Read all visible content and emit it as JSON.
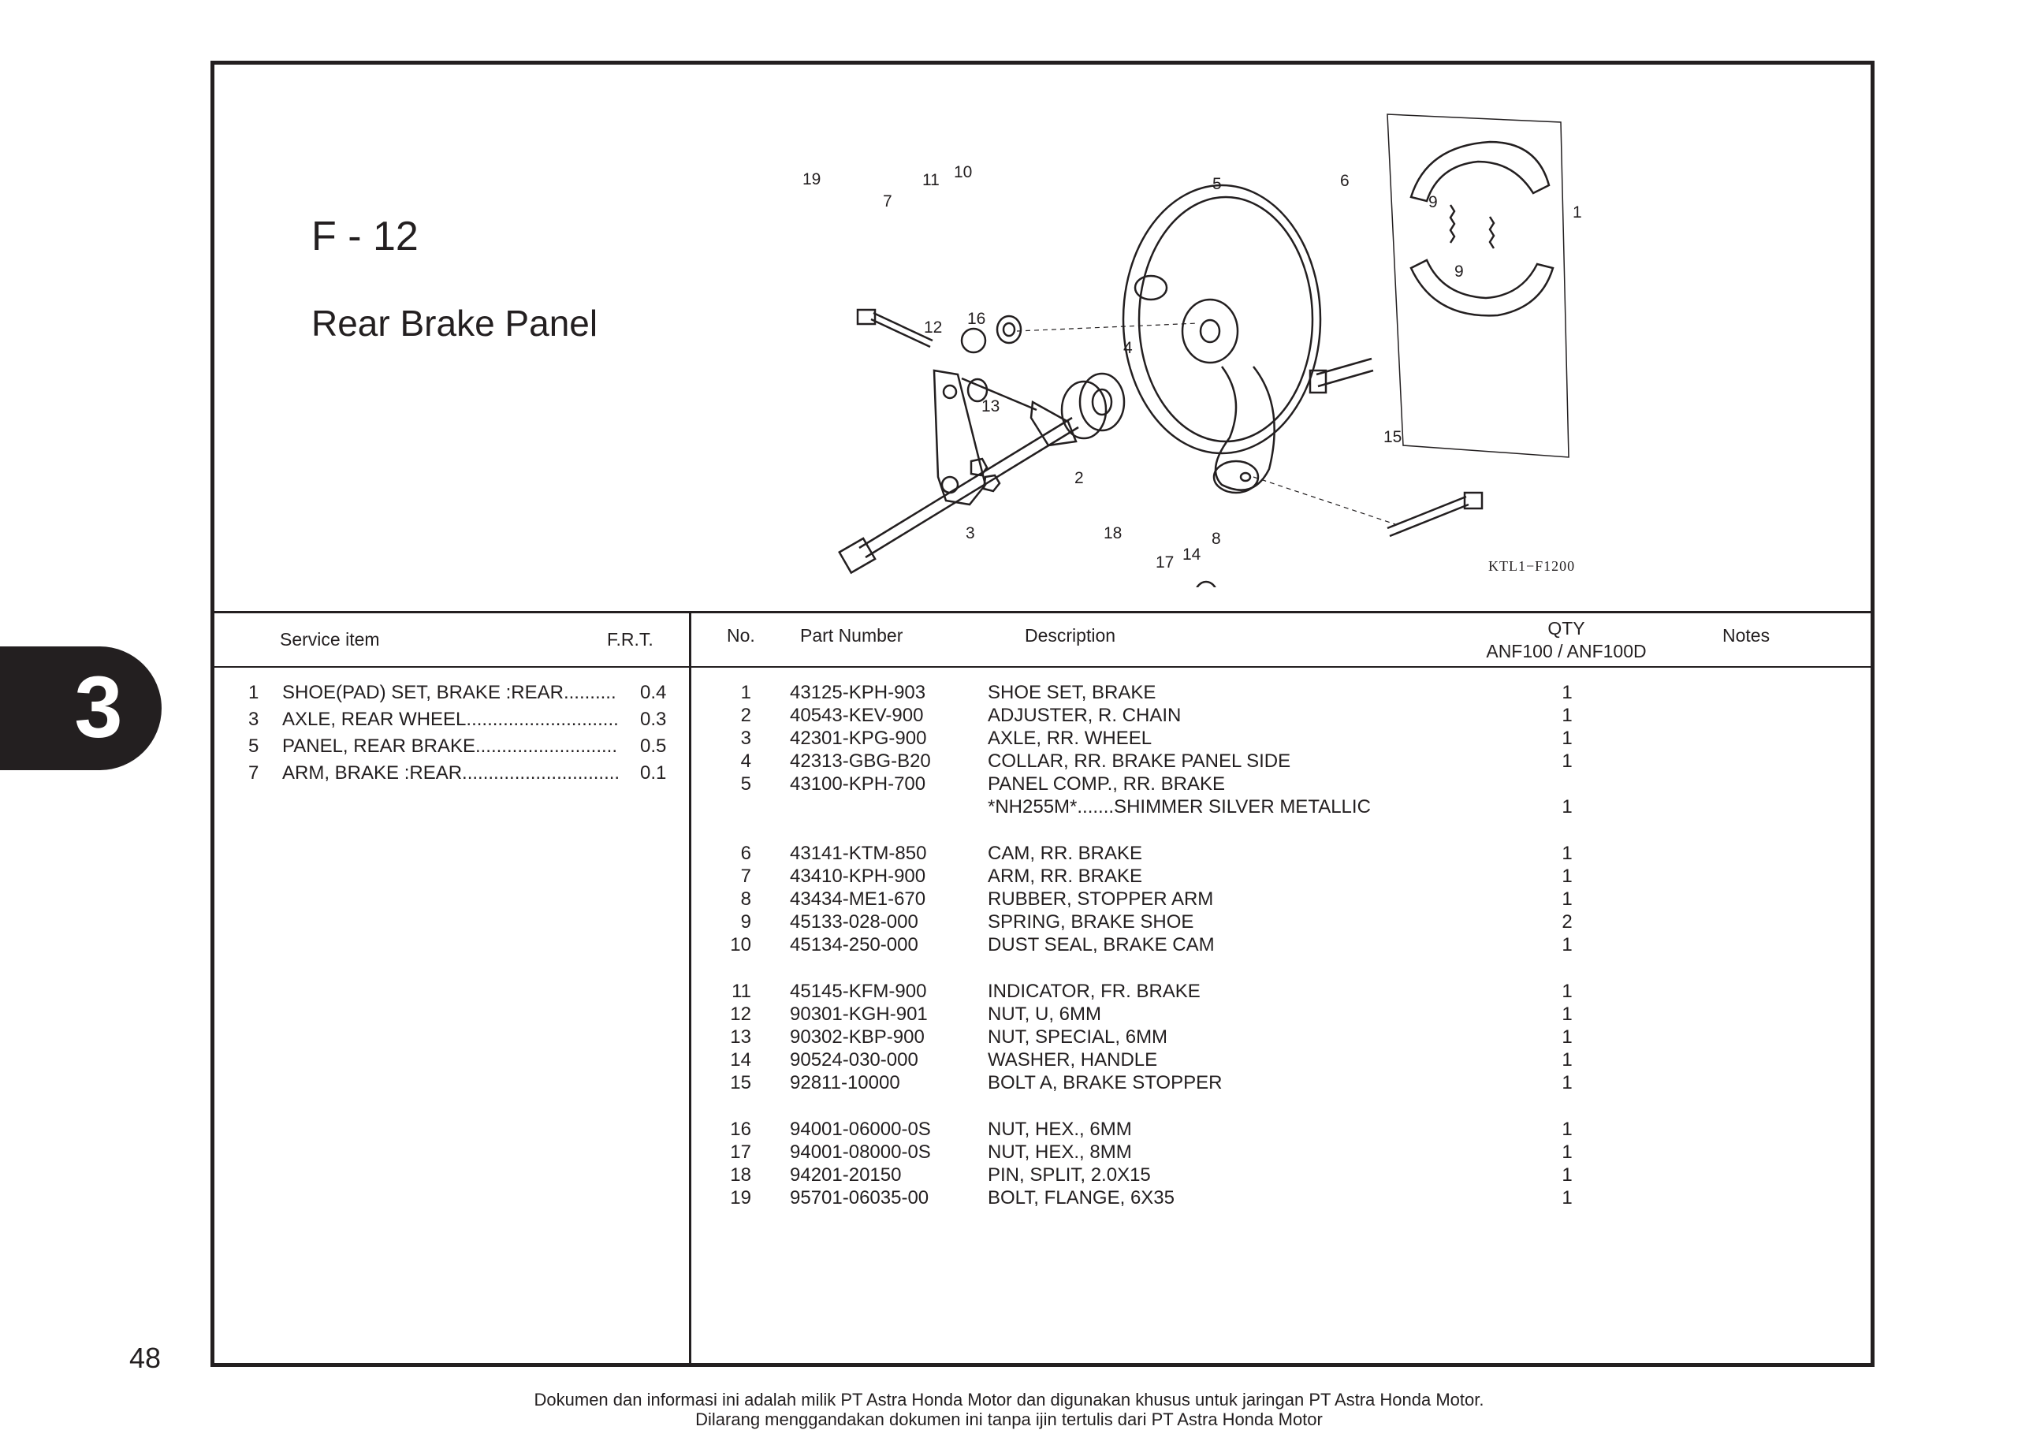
{
  "figure": {
    "code": "F - 12",
    "title": "Rear Brake Panel",
    "diagram_code": "KTL1−F1200",
    "callouts": [
      "1",
      "2",
      "3",
      "4",
      "5",
      "6",
      "7",
      "8",
      "9",
      "9",
      "10",
      "11",
      "12",
      "13",
      "14",
      "15",
      "16",
      "17",
      "18",
      "19"
    ]
  },
  "headers": {
    "service_item": "Service item",
    "frt": "F.R.T.",
    "no": "No.",
    "part_number": "Part Number",
    "description": "Description",
    "qty": "QTY",
    "qty_models": "ANF100 / ANF100D",
    "notes": "Notes"
  },
  "service_items": [
    {
      "no": "1",
      "name": "SHOE(PAD) SET, BRAKE :REAR..........",
      "frt": "0.4"
    },
    {
      "no": "3",
      "name": "AXLE, REAR WHEEL.............................",
      "frt": "0.3"
    },
    {
      "no": "5",
      "name": "PANEL, REAR BRAKE...........................",
      "frt": "0.5"
    },
    {
      "no": "7",
      "name": "ARM, BRAKE :REAR..............................",
      "frt": "0.1"
    }
  ],
  "parts": [
    {
      "no": "1",
      "part": "43125-KPH-903",
      "desc": "SHOE SET, BRAKE",
      "qty": "1"
    },
    {
      "no": "2",
      "part": "40543-KEV-900",
      "desc": "ADJUSTER, R. CHAIN",
      "qty": "1"
    },
    {
      "no": "3",
      "part": "42301-KPG-900",
      "desc": "AXLE, RR. WHEEL",
      "qty": "1"
    },
    {
      "no": "4",
      "part": "42313-GBG-B20",
      "desc": "COLLAR, RR. BRAKE PANEL SIDE",
      "qty": "1"
    },
    {
      "no": "5",
      "part": "43100-KPH-700",
      "desc": "PANEL COMP., RR. BRAKE",
      "qty": ""
    },
    {
      "no": "",
      "part": "",
      "desc": "*NH255M*.......SHIMMER SILVER METALLIC",
      "qty": "1"
    },
    {
      "no": "6",
      "part": "43141-KTM-850",
      "desc": "CAM, RR. BRAKE",
      "qty": "1"
    },
    {
      "no": "7",
      "part": "43410-KPH-900",
      "desc": "ARM, RR. BRAKE",
      "qty": "1"
    },
    {
      "no": "8",
      "part": "43434-ME1-670",
      "desc": "RUBBER, STOPPER ARM",
      "qty": "1"
    },
    {
      "no": "9",
      "part": "45133-028-000",
      "desc": "SPRING, BRAKE SHOE",
      "qty": "2"
    },
    {
      "no": "10",
      "part": "45134-250-000",
      "desc": "DUST SEAL, BRAKE CAM",
      "qty": "1"
    },
    {
      "no": "11",
      "part": "45145-KFM-900",
      "desc": "INDICATOR, FR. BRAKE",
      "qty": "1"
    },
    {
      "no": "12",
      "part": "90301-KGH-901",
      "desc": "NUT, U, 6MM",
      "qty": "1"
    },
    {
      "no": "13",
      "part": "90302-KBP-900",
      "desc": "NUT, SPECIAL, 6MM",
      "qty": "1"
    },
    {
      "no": "14",
      "part": "90524-030-000",
      "desc": "WASHER, HANDLE",
      "qty": "1"
    },
    {
      "no": "15",
      "part": "92811-10000",
      "desc": "BOLT A, BRAKE STOPPER",
      "qty": "1"
    },
    {
      "no": "16",
      "part": "94001-06000-0S",
      "desc": "NUT, HEX., 6MM",
      "qty": "1"
    },
    {
      "no": "17",
      "part": "94001-08000-0S",
      "desc": "NUT, HEX., 8MM",
      "qty": "1"
    },
    {
      "no": "18",
      "part": "94201-20150",
      "desc": "PIN, SPLIT, 2.0X15",
      "qty": "1"
    },
    {
      "no": "19",
      "part": "95701-06035-00",
      "desc": "BOLT, FLANGE, 6X35",
      "qty": "1"
    }
  ],
  "section_tab": "3",
  "page_number": "48",
  "footer": {
    "line1": "Dokumen dan informasi ini adalah milik PT Astra Honda Motor dan digunakan khusus untuk jaringan PT Astra Honda Motor.",
    "line2": "Dilarang menggandakan dokumen ini tanpa ijin tertulis dari PT Astra Honda Motor"
  }
}
